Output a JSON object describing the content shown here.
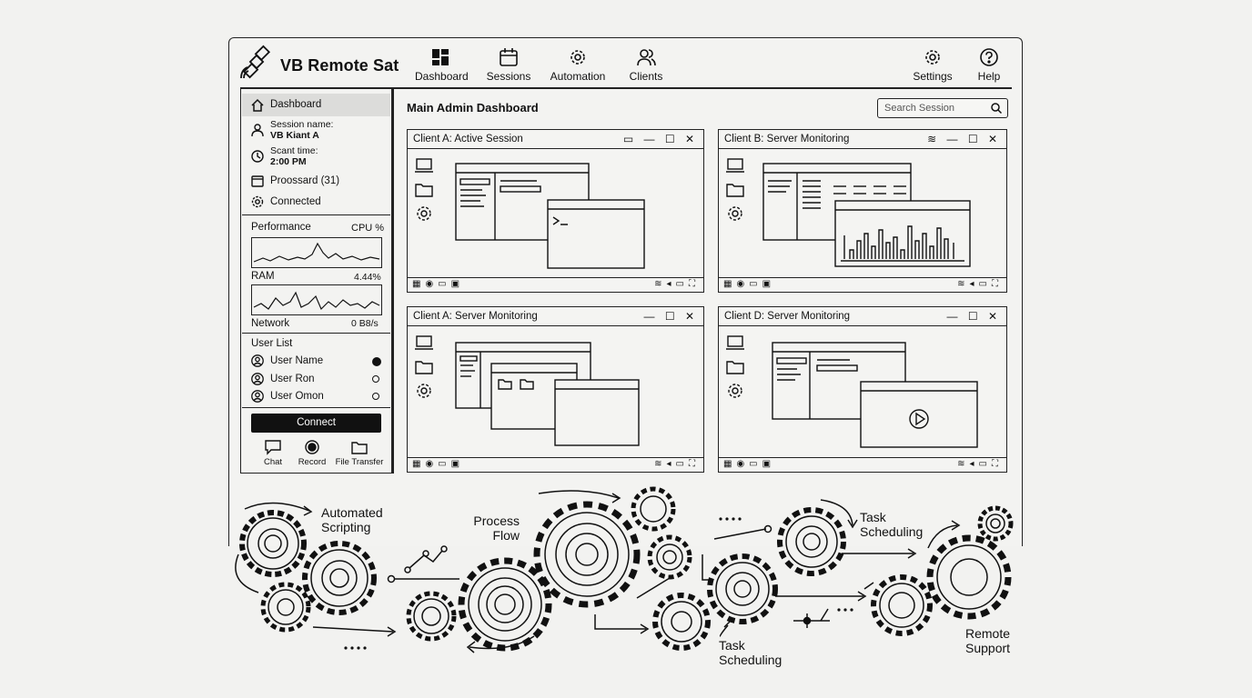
{
  "app": {
    "title": "VB Remote Sat"
  },
  "nav": [
    {
      "label": "Dashboard",
      "icon": "dashboard-icon"
    },
    {
      "label": "Sessions",
      "icon": "calendar-icon"
    },
    {
      "label": "Automation",
      "icon": "gear-icon"
    },
    {
      "label": "Clients",
      "icon": "users-icon"
    }
  ],
  "nav_right": [
    {
      "label": "Settings",
      "icon": "gear-icon"
    },
    {
      "label": "Help",
      "icon": "help-icon"
    }
  ],
  "sidebar": {
    "active": "Dashboard",
    "session_label": "Session name:",
    "session_value": "VB Kiant A",
    "start_label": "Scant time:",
    "start_value": "2:00 PM",
    "processed": "Proossard (31)",
    "status": "Connected",
    "performance": {
      "title": "Performance",
      "cpu_label": "CPU %",
      "ram_label": "RAM",
      "ram_value": "4.44%",
      "network_label": "Network",
      "network_value": "0 B8/s"
    },
    "user_list_title": "User List",
    "users": [
      {
        "name": "User Name",
        "selected": true
      },
      {
        "name": "User Ron",
        "selected": false
      },
      {
        "name": "User Omon",
        "selected": false
      }
    ],
    "connect_label": "Connect",
    "actions": [
      {
        "label": "Chat",
        "icon": "chat-icon"
      },
      {
        "label": "Record",
        "icon": "record-icon"
      },
      {
        "label": "File Transfer",
        "icon": "folder-icon"
      }
    ]
  },
  "main": {
    "title": "Main Admin Dashboard",
    "search_placeholder": "Search Session",
    "windows": [
      {
        "title": "Client A: Active Session"
      },
      {
        "title": "Client B: Server Monitoring"
      },
      {
        "title": "Client A: Server Monitoring"
      },
      {
        "title": "Client D: Server Monitoring"
      }
    ]
  },
  "illustration": {
    "labels": {
      "automated_scripting": [
        "Automated",
        "Scripting"
      ],
      "process_flow": [
        "Process",
        "Flow"
      ],
      "task_scheduling_top": [
        "Task",
        "Scheduling"
      ],
      "task_scheduling_bottom": [
        "Task",
        "Scheduling"
      ],
      "remote_support": [
        "Remote",
        "Support"
      ]
    }
  }
}
